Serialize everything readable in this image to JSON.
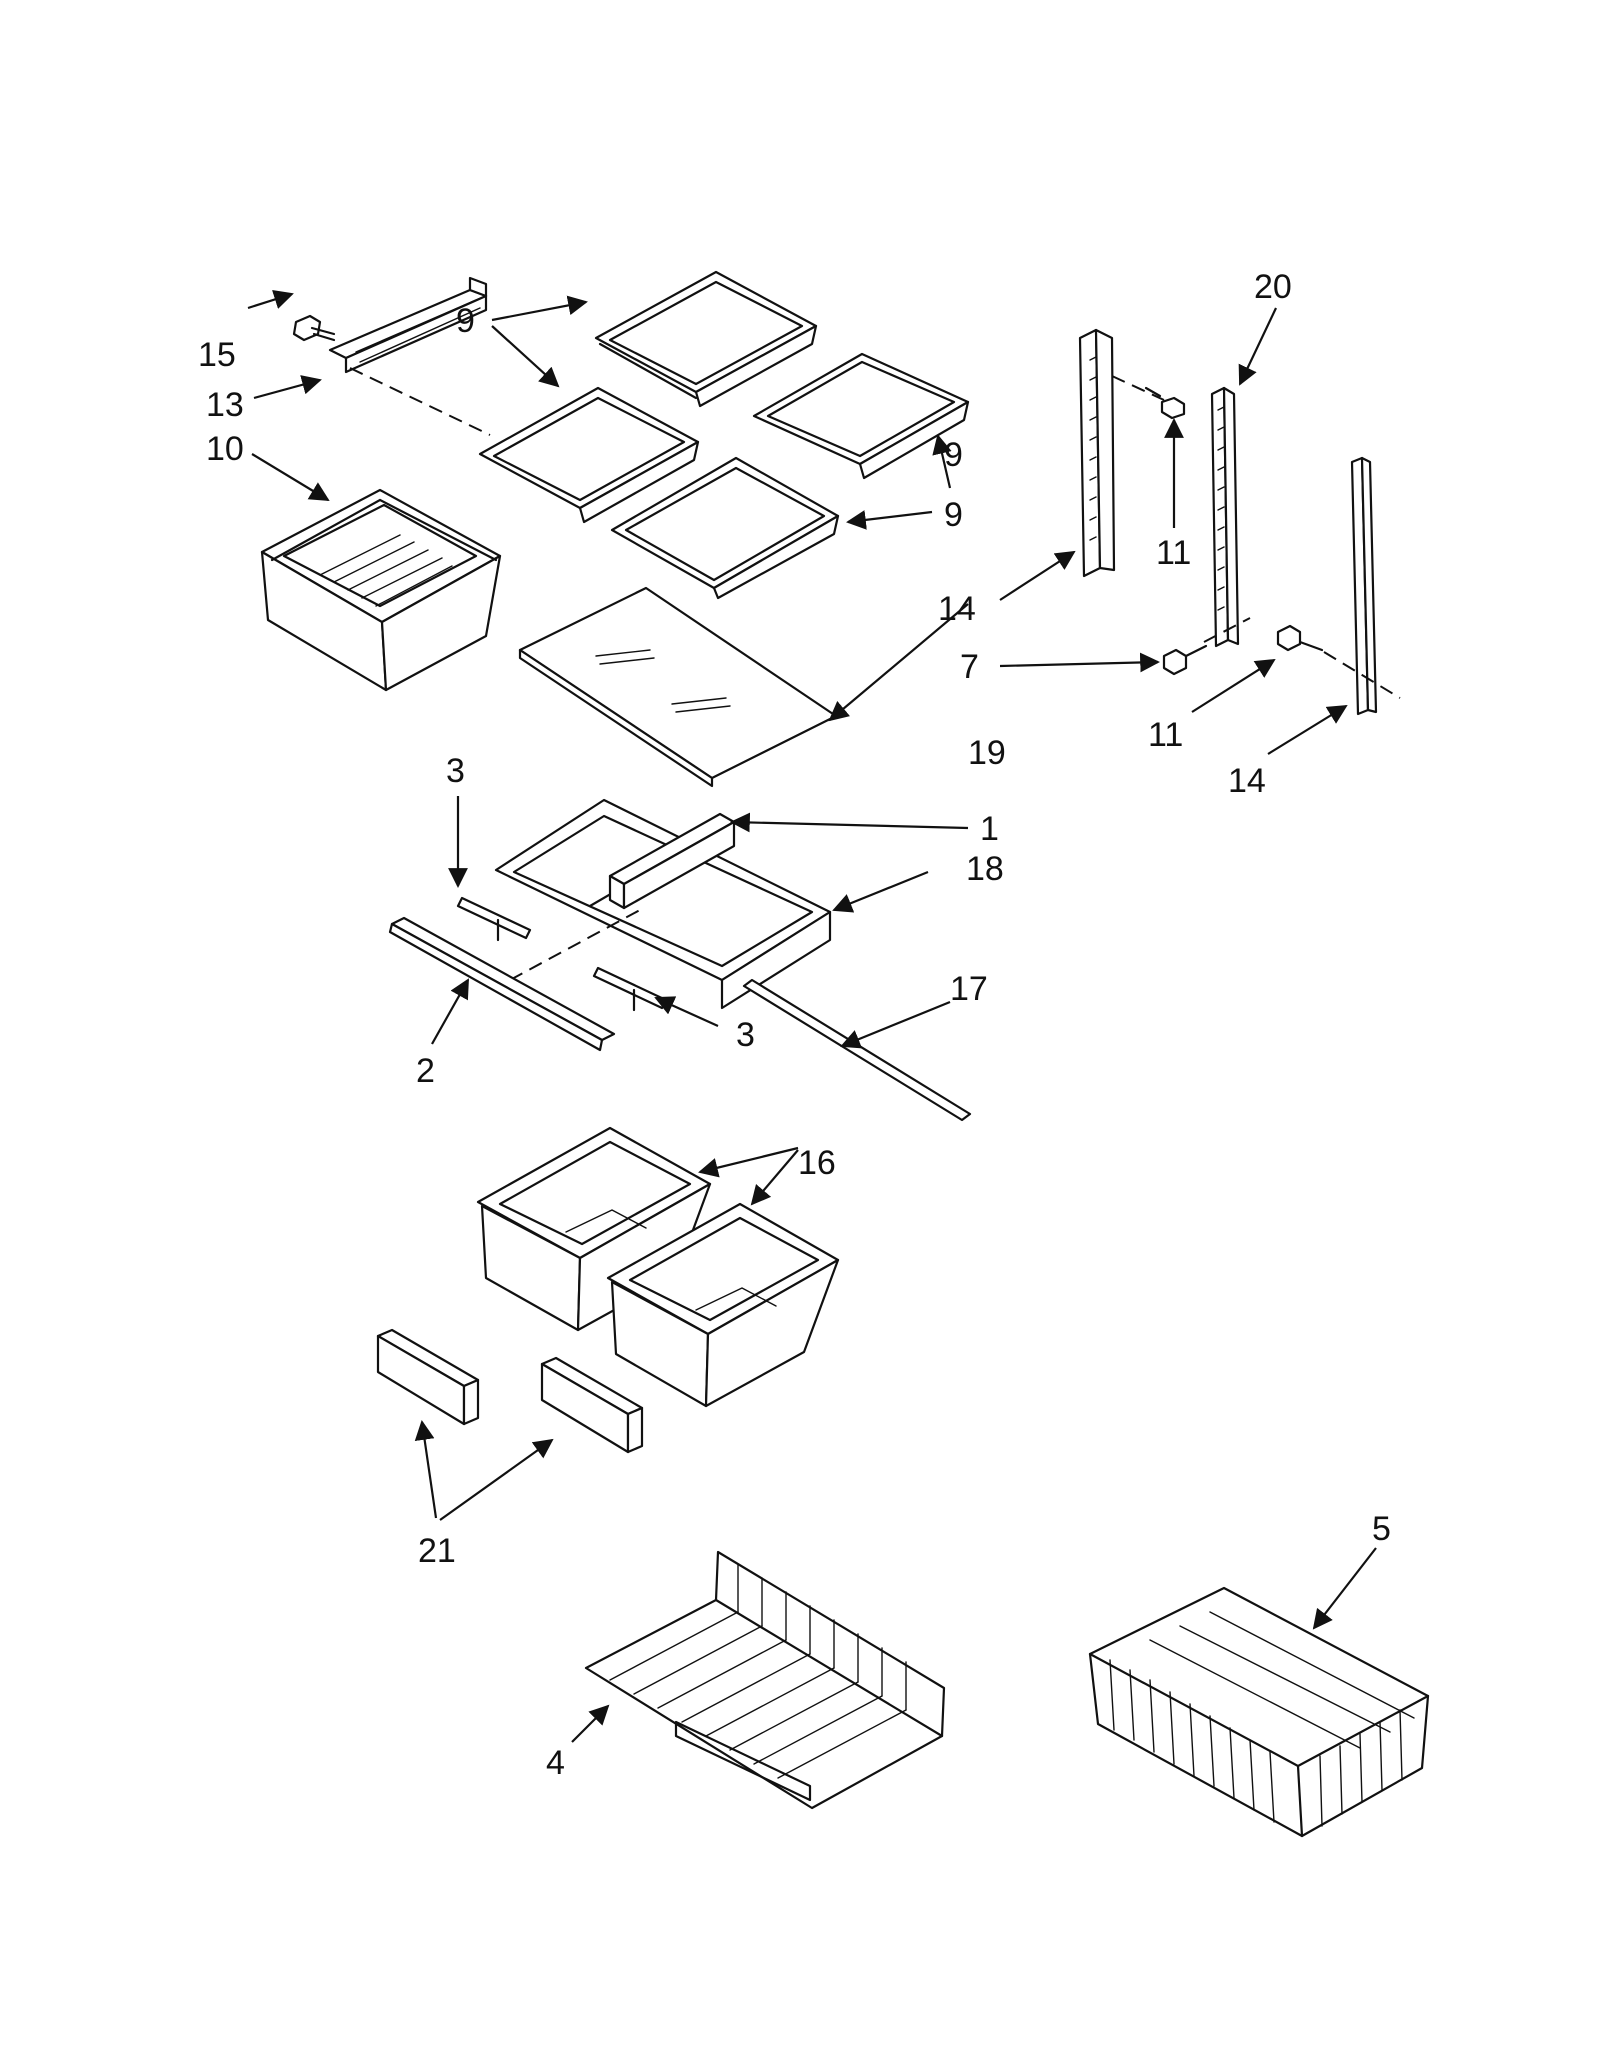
{
  "callouts": {
    "c1": "1",
    "c2": "2",
    "c3a": "3",
    "c3b": "3",
    "c4": "4",
    "c5": "5",
    "c7": "7",
    "c9a": "9",
    "c9b": "9",
    "c9c": "9",
    "c10": "10",
    "c11a": "11",
    "c11b": "11",
    "c13": "13",
    "c14a": "14",
    "c14b": "14",
    "c15": "15",
    "c16": "16",
    "c17": "17",
    "c18": "18",
    "c19": "19",
    "c20": "20",
    "c21": "21"
  }
}
